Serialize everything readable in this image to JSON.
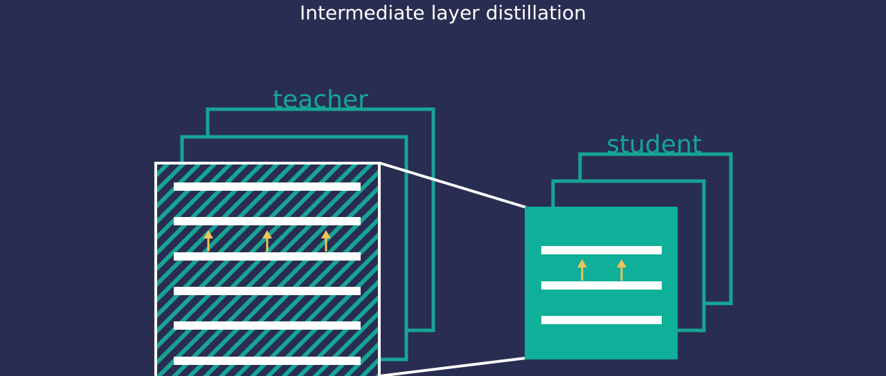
{
  "title": "Intermediate layer distillation",
  "teacher": {
    "label": "teacher"
  },
  "student": {
    "label": "student"
  },
  "colors": {
    "background": "#2a2d52",
    "teal": "#16a595",
    "teal_fill": "#0faf99",
    "white": "#ffffff",
    "arrow": "#f0c45a"
  },
  "icons": {
    "arrow": "arrow-up-icon"
  }
}
